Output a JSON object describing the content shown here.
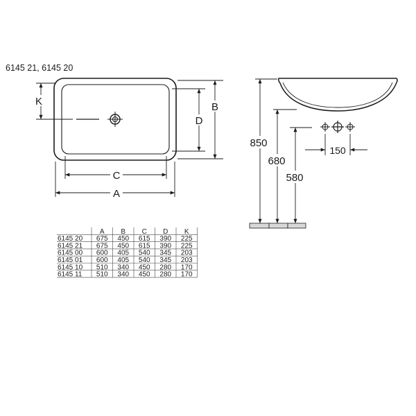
{
  "header": {
    "models_label": "6145 21, 6145 20"
  },
  "plan_view": {
    "dim_k": "K",
    "dim_d": "D",
    "dim_b": "B",
    "dim_c": "C",
    "dim_a": "A"
  },
  "side_view": {
    "height_total": "850",
    "height_mid": "680",
    "height_low": "580",
    "tap_spacing": "150"
  },
  "dimension_table": {
    "columns": [
      "A",
      "B",
      "C",
      "D",
      "K"
    ],
    "rows": [
      {
        "model": "6145 20",
        "values": [
          "675",
          "450",
          "615",
          "390",
          "225"
        ]
      },
      {
        "model": "6145 21",
        "values": [
          "675",
          "450",
          "615",
          "390",
          "225"
        ]
      },
      {
        "model": "6145 00",
        "values": [
          "600",
          "405",
          "540",
          "345",
          "203"
        ]
      },
      {
        "model": "6145 01",
        "values": [
          "600",
          "405",
          "540",
          "345",
          "203"
        ]
      },
      {
        "model": "6145 10",
        "values": [
          "510",
          "340",
          "450",
          "280",
          "170"
        ]
      },
      {
        "model": "6145 11",
        "values": [
          "510",
          "340",
          "450",
          "280",
          "170"
        ]
      }
    ]
  }
}
